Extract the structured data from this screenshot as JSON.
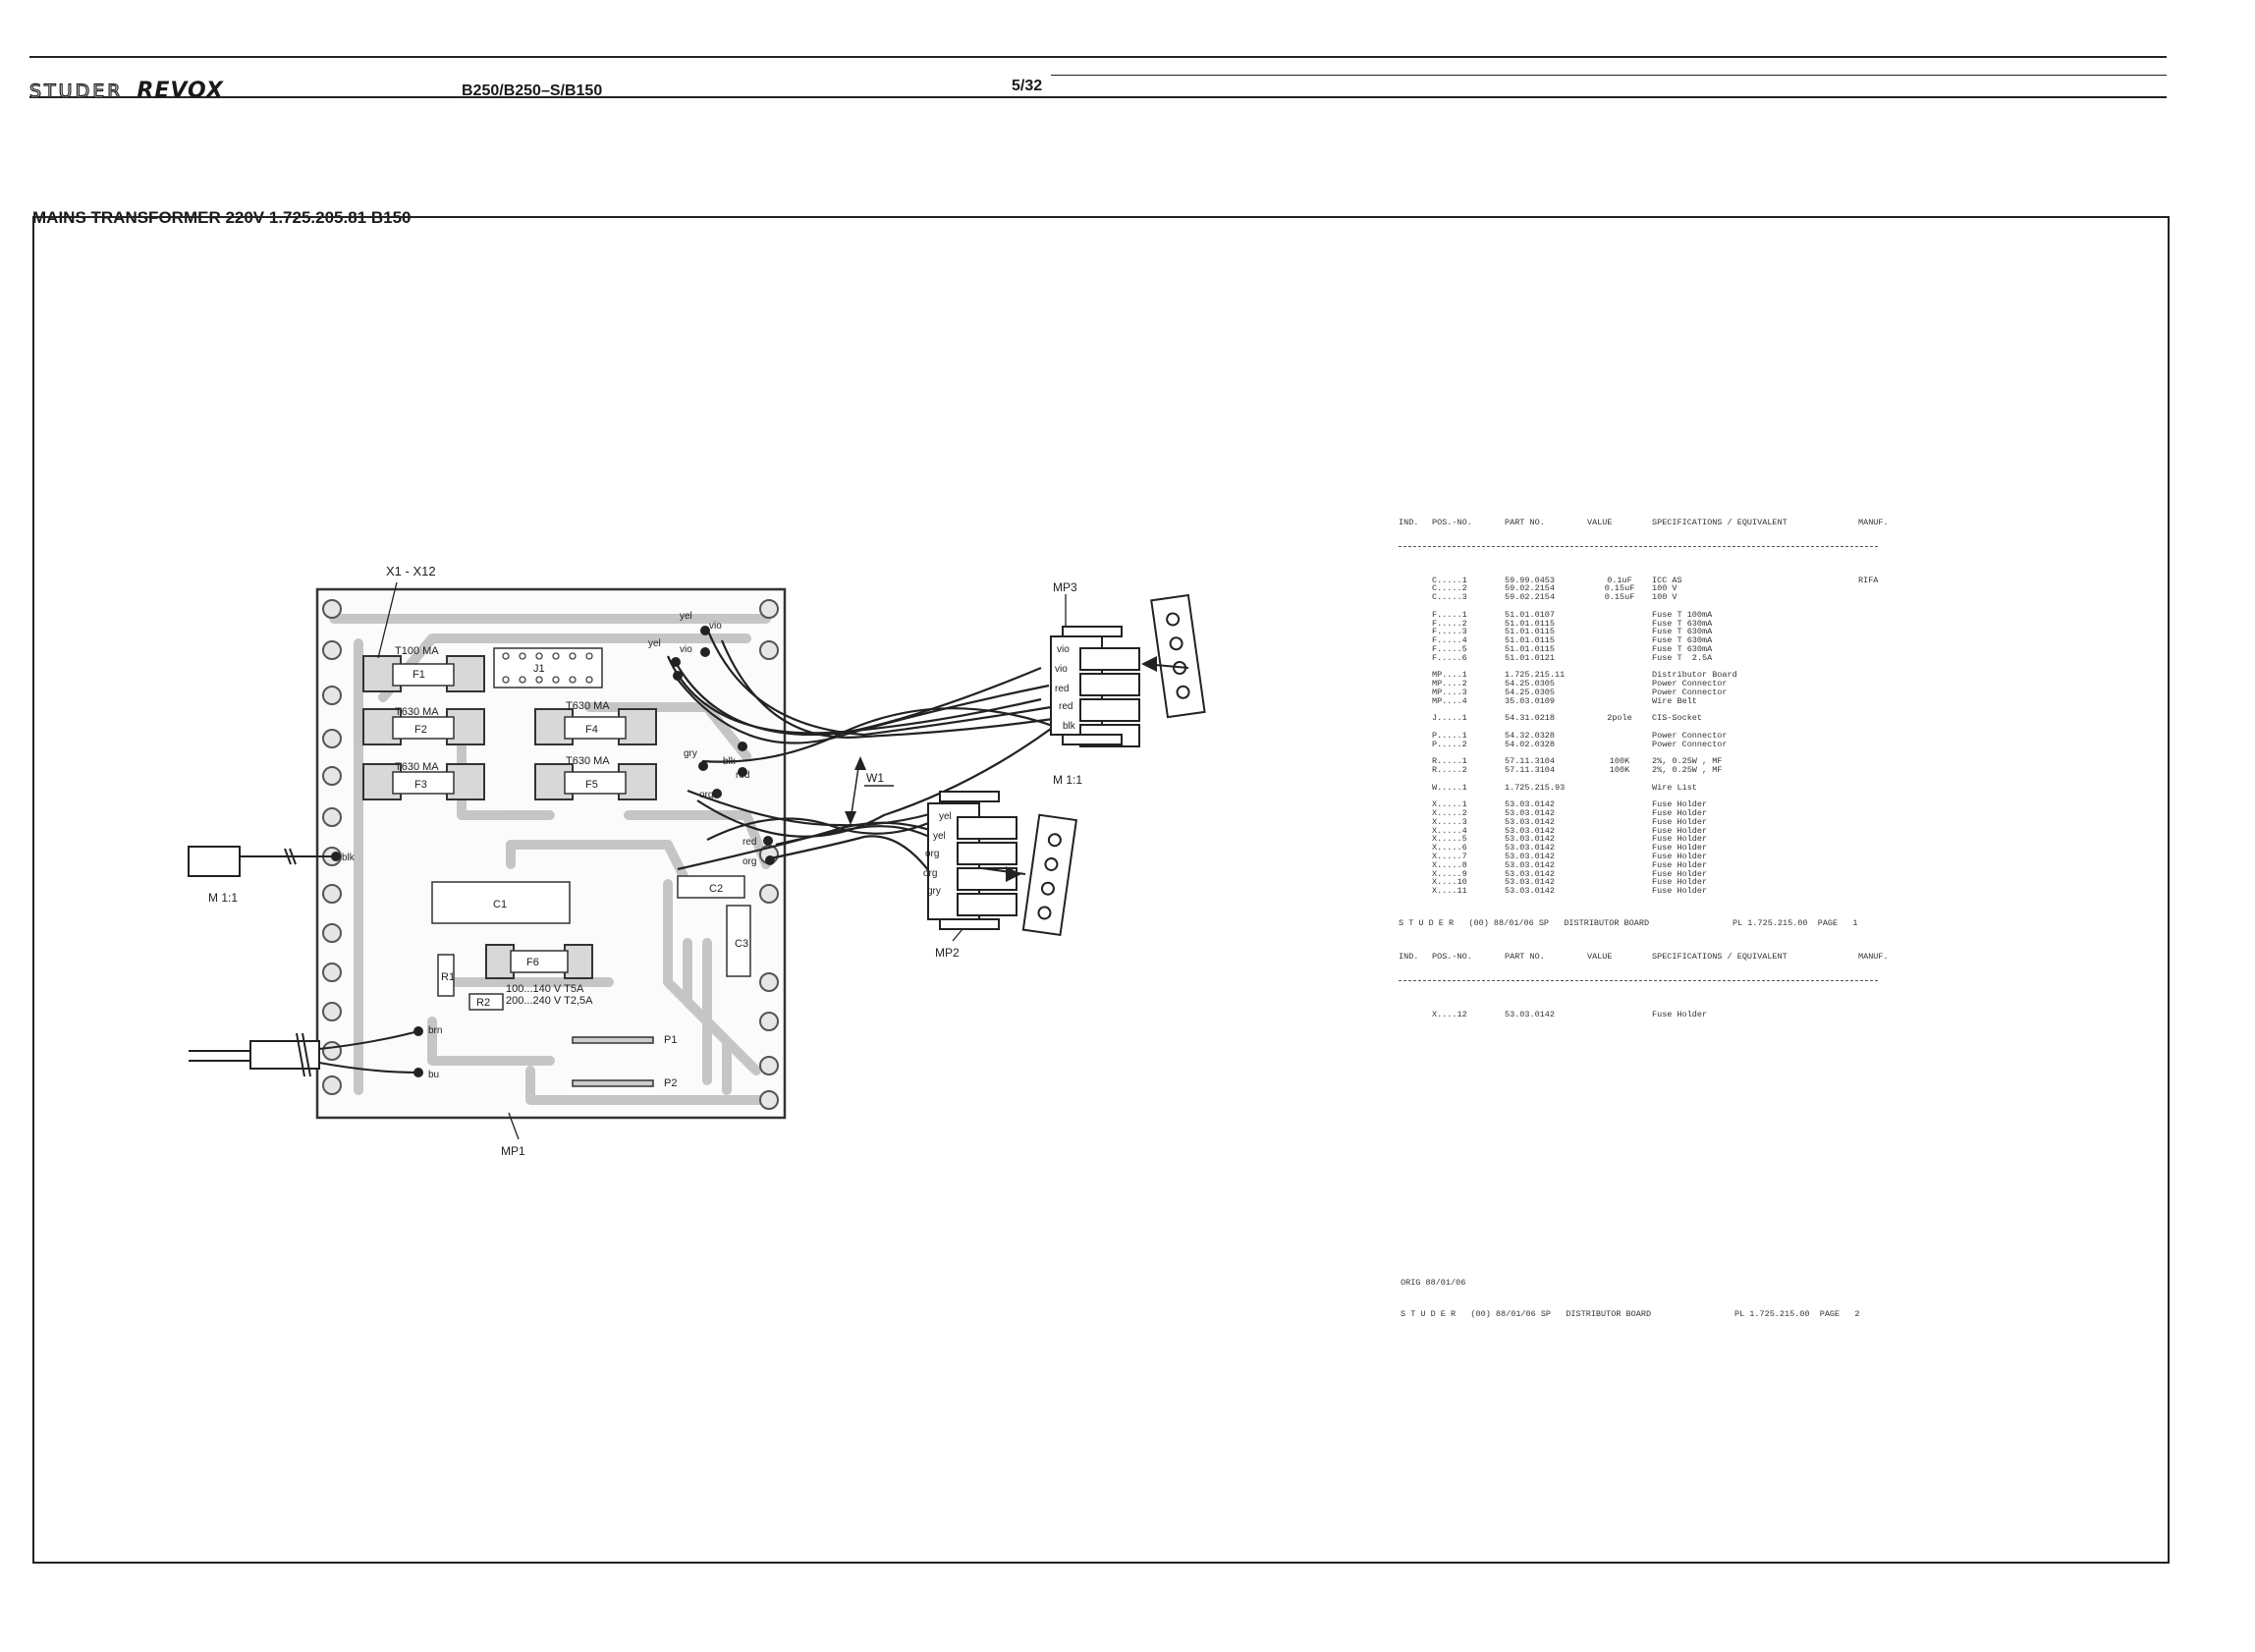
{
  "header": {
    "brand_studer": "STUDER",
    "brand_revox": "REVOX",
    "model": "B250/B250–S/B150",
    "page": "5/32"
  },
  "drawing": {
    "title": "MAINS TRANSFORMER 220V 1.725.205.81 B150",
    "labels": {
      "x1_x12": "X1 - X12",
      "fuse_f1_rating": "T100 MA",
      "fuse_f1": "F1",
      "fuse_f2_rating": "T630 MA",
      "fuse_f2": "F2",
      "fuse_f3_rating": "T630 MA",
      "fuse_f3": "F3",
      "fuse_f4_rating": "T630 MA",
      "fuse_f4": "F4",
      "fuse_f5_rating": "T630 MA",
      "fuse_f5": "F5",
      "fuse_f6": "F6",
      "f6_note_1": "100...140 V T5A",
      "f6_note_2": "200...240 V T2,5A",
      "j1": "J1",
      "c1": "C1",
      "c2": "C2",
      "c3": "C3",
      "r1": "R1",
      "r2": "R2",
      "p1": "P1",
      "p2": "P2",
      "mp1": "MP1",
      "mp2": "MP2",
      "mp3": "MP3",
      "w1": "W1",
      "scale_left": "M 1:1",
      "scale_mp3": "M 1:1",
      "wire_blk_left": "blk",
      "wire_brn": "brn",
      "wire_bu": "bu",
      "board_yel_1": "yel",
      "board_yel_2": "yel",
      "board_vio_1": "vio",
      "board_vio_2": "vio",
      "board_blk": "blk",
      "board_gry": "gry",
      "board_red_1": "red",
      "board_org_1": "org",
      "board_red_2": "red",
      "board_org_2": "org",
      "mp3_vio_1": "vio",
      "mp3_vio_2": "vio",
      "mp3_red_1": "red",
      "mp3_red_2": "red",
      "mp3_blk": "blk",
      "mp2_yel_1": "yel",
      "mp2_yel_2": "yel",
      "mp2_org_1": "org",
      "mp2_org_2": "org",
      "mp2_gry": "gry"
    }
  },
  "parts_list_1": {
    "headers": [
      "IND.",
      "POS.-NO.",
      "PART NO.",
      "VALUE",
      "SPECIFICATIONS / EQUIVALENT",
      "MANUF."
    ],
    "rows": [
      [
        "",
        "C.....1",
        "59.99.0453",
        "0.1uF",
        "ICC AS",
        "RIFA"
      ],
      [
        "",
        "C.....2",
        "59.02.2154",
        "0.15uF",
        "100 V",
        ""
      ],
      [
        "",
        "C.....3",
        "59.02.2154",
        "0.15uF",
        "100 V",
        ""
      ],
      [
        "",
        "",
        "",
        "",
        "",
        ""
      ],
      [
        "",
        "F.....1",
        "51.01.0107",
        "",
        "Fuse T 100mA",
        ""
      ],
      [
        "",
        "F.....2",
        "51.01.0115",
        "",
        "Fuse T 630mA",
        ""
      ],
      [
        "",
        "F.....3",
        "51.01.0115",
        "",
        "Fuse T 630mA",
        ""
      ],
      [
        "",
        "F.....4",
        "51.01.0115",
        "",
        "Fuse T 630mA",
        ""
      ],
      [
        "",
        "F.....5",
        "51.01.0115",
        "",
        "Fuse T 630mA",
        ""
      ],
      [
        "",
        "F.....6",
        "51.01.0121",
        "",
        "Fuse T  2.5A",
        ""
      ],
      [
        "",
        "",
        "",
        "",
        "",
        ""
      ],
      [
        "",
        "MP....1",
        "1.725.215.11",
        "",
        "Distributor Board",
        ""
      ],
      [
        "",
        "MP....2",
        "54.25.0305",
        "",
        "Power Connector",
        ""
      ],
      [
        "",
        "MP....3",
        "54.25.0305",
        "",
        "Power Connector",
        ""
      ],
      [
        "",
        "MP....4",
        "35.03.0109",
        "",
        "Wire Belt",
        ""
      ],
      [
        "",
        "",
        "",
        "",
        "",
        ""
      ],
      [
        "",
        "J.....1",
        "54.31.0218",
        "2pole",
        "CIS-Socket",
        ""
      ],
      [
        "",
        "",
        "",
        "",
        "",
        ""
      ],
      [
        "",
        "P.....1",
        "54.32.0328",
        "",
        "Power Connector",
        ""
      ],
      [
        "",
        "P.....2",
        "54.02.0328",
        "",
        "Power Connector",
        ""
      ],
      [
        "",
        "",
        "",
        "",
        "",
        ""
      ],
      [
        "",
        "R.....1",
        "57.11.3104",
        "100K",
        "2%, 0.25W , MF",
        ""
      ],
      [
        "",
        "R.....2",
        "57.11.3104",
        "100K",
        "2%, 0.25W , MF",
        ""
      ],
      [
        "",
        "",
        "",
        "",
        "",
        ""
      ],
      [
        "",
        "W.....1",
        "1.725.215.93",
        "",
        "Wire List",
        ""
      ],
      [
        "",
        "",
        "",
        "",
        "",
        ""
      ],
      [
        "",
        "X.....1",
        "53.03.0142",
        "",
        "Fuse Holder",
        ""
      ],
      [
        "",
        "X.....2",
        "53.03.0142",
        "",
        "Fuse Holder",
        ""
      ],
      [
        "",
        "X.....3",
        "53.03.0142",
        "",
        "Fuse Holder",
        ""
      ],
      [
        "",
        "X.....4",
        "53.03.0142",
        "",
        "Fuse Holder",
        ""
      ],
      [
        "",
        "X.....5",
        "53.03.0142",
        "",
        "Fuse Holder",
        ""
      ],
      [
        "",
        "X.....6",
        "53.03.0142",
        "",
        "Fuse Holder",
        ""
      ],
      [
        "",
        "X.....7",
        "53.03.0142",
        "",
        "Fuse Holder",
        ""
      ],
      [
        "",
        "X.....8",
        "53.03.0142",
        "",
        "Fuse Holder",
        ""
      ],
      [
        "",
        "X.....9",
        "53.03.0142",
        "",
        "Fuse Holder",
        ""
      ],
      [
        "",
        "X....10",
        "53.03.0142",
        "",
        "Fuse Holder",
        ""
      ],
      [
        "",
        "X....11",
        "53.03.0142",
        "",
        "Fuse Holder",
        ""
      ]
    ],
    "footer_left": "S T U D E R   (00) 88/01/06 SP   DISTRIBUTOR BOARD",
    "footer_right": "PL 1.725.215.00  PAGE   1"
  },
  "parts_list_2": {
    "headers": [
      "IND.",
      "POS.-NO.",
      "PART NO.",
      "VALUE",
      "SPECIFICATIONS / EQUIVALENT",
      "MANUF."
    ],
    "rows": [
      [
        "",
        "X....12",
        "53.03.0142",
        "",
        "Fuse Holder",
        ""
      ]
    ],
    "orig_line": "ORIG 88/01/06",
    "footer_left": "S T U D E R   (00) 88/01/06 SP   DISTRIBUTOR BOARD",
    "footer_right": "PL 1.725.215.00  PAGE   2"
  }
}
